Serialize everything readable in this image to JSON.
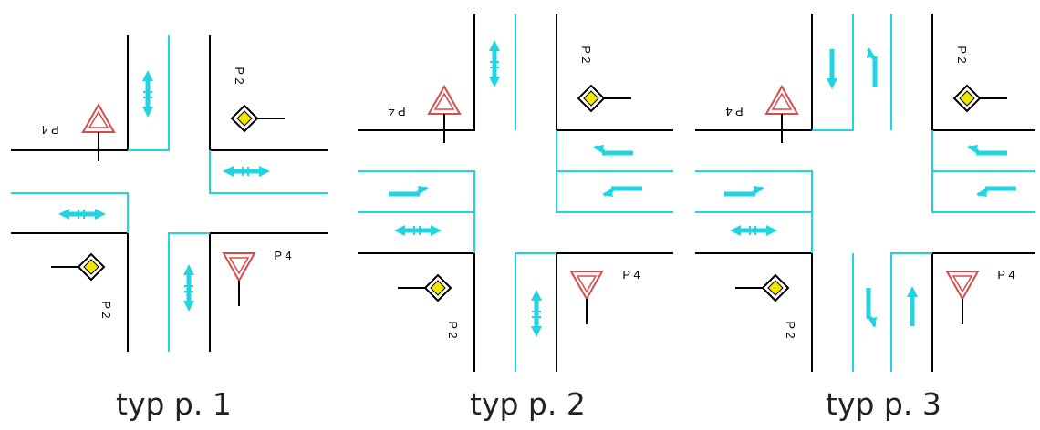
{
  "colors": {
    "curb": "#000000",
    "lane": "#22d3e0",
    "arrow": "#22d3e0",
    "yield_outer": "#d94a4a",
    "main_road_fill": "#f2e600"
  },
  "icons": {
    "yield_sign": "yield-triangle-icon",
    "main_road_sign": "priority-road-diamond-icon",
    "lane_arrow": "lane-arrow-icon"
  },
  "sign_labels": {
    "yield": "P 4",
    "main_road": "P 2"
  },
  "diagrams": [
    {
      "caption": "typ p. 1"
    },
    {
      "caption": "typ p. 2"
    },
    {
      "caption": "typ p. 3"
    }
  ]
}
